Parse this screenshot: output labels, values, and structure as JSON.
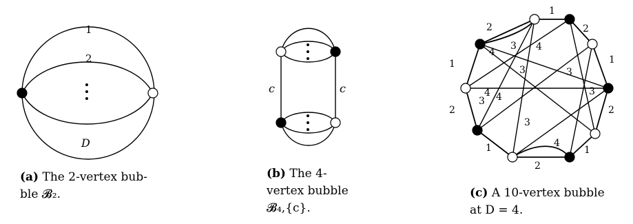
{
  "figure_a": {
    "labels": [
      "1",
      "2",
      "D"
    ],
    "caption_tag": "(a)",
    "caption_text_1": "The 2-vertex bub-",
    "caption_text_2": "ble 𝓑₂."
  },
  "figure_b": {
    "labels": [
      "c",
      "c"
    ],
    "caption_tag": "(b)",
    "caption_text_1": "The 4-",
    "caption_text_2": "vertex bubble",
    "caption_text_3": "𝓑₄,{c}."
  },
  "figure_c": {
    "labels": [
      "1",
      "2",
      "4",
      "3",
      "4",
      "2",
      "1",
      "3",
      "3",
      "1",
      "4",
      "3",
      "2",
      "3",
      "4",
      "2",
      "3",
      "4",
      "1",
      "1",
      "2"
    ],
    "caption_tag": "(c)",
    "caption_text_1": "A 10-vertex bubble",
    "caption_text_2": "at D = 4."
  },
  "vertex_colors": {
    "black": "#000000",
    "white": "#ffffff"
  }
}
